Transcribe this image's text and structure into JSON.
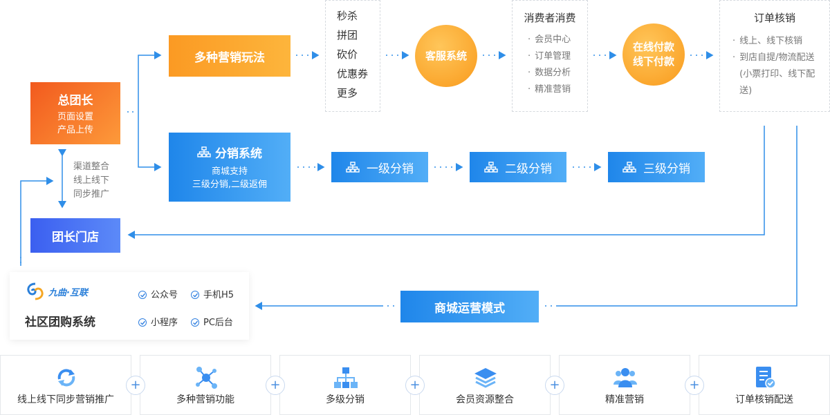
{
  "colors": {
    "orange": "#fb9a23",
    "blue": "#1f86ea",
    "navy": "#3b5ff0",
    "red": "#f25a1e",
    "line": "#2f8ee8"
  },
  "head": {
    "title": "总团长",
    "lines": [
      "页面设置",
      "产品上传"
    ]
  },
  "store": {
    "title": "团长门店"
  },
  "channel": {
    "lines": [
      "渠道整合",
      "线上线下",
      "同步推广"
    ]
  },
  "marketing": {
    "title": "多种营销玩法"
  },
  "marketing_list": [
    "秒杀",
    "拼团",
    "砍价",
    "优惠券",
    "更多"
  ],
  "service": {
    "title": "客服系统"
  },
  "consumer": {
    "title": "消费者消费",
    "items": [
      "会员中心",
      "订单管理",
      "数据分析",
      "精准营销"
    ]
  },
  "payment": {
    "lines": [
      "在线付款",
      "线下付款"
    ]
  },
  "order": {
    "title": "订单核销",
    "items": [
      "线上、线下核销",
      "到店自提/物流配送(小票打印、线下配送)"
    ]
  },
  "distribution": {
    "title": "分销系统",
    "lines": [
      "商城支持",
      "三级分销,二级返佣"
    ],
    "icon": "org-chart-icon"
  },
  "levels": [
    {
      "label": "一级分销",
      "icon": "org-chart-icon"
    },
    {
      "label": "二级分销",
      "icon": "org-chart-icon"
    },
    {
      "label": "三级分销",
      "icon": "org-chart-icon"
    }
  ],
  "mall": {
    "title": "商城运营模式"
  },
  "brand": {
    "logo_text": "九曲·互联",
    "system": "社区团购系统",
    "channels": [
      "公众号",
      "手机H5",
      "小程序",
      "PC后台"
    ]
  },
  "features": [
    {
      "label": "线上线下同步营销推广",
      "icon": "sync-arrows-icon"
    },
    {
      "label": "多种营销功能",
      "icon": "network-icon"
    },
    {
      "label": "多级分销",
      "icon": "hierarchy-icon"
    },
    {
      "label": "会员资源整合",
      "icon": "layers-icon"
    },
    {
      "label": "精准营销",
      "icon": "users-icon"
    },
    {
      "label": "订单核销配送",
      "icon": "document-check-icon"
    }
  ],
  "plus_sign": "+"
}
